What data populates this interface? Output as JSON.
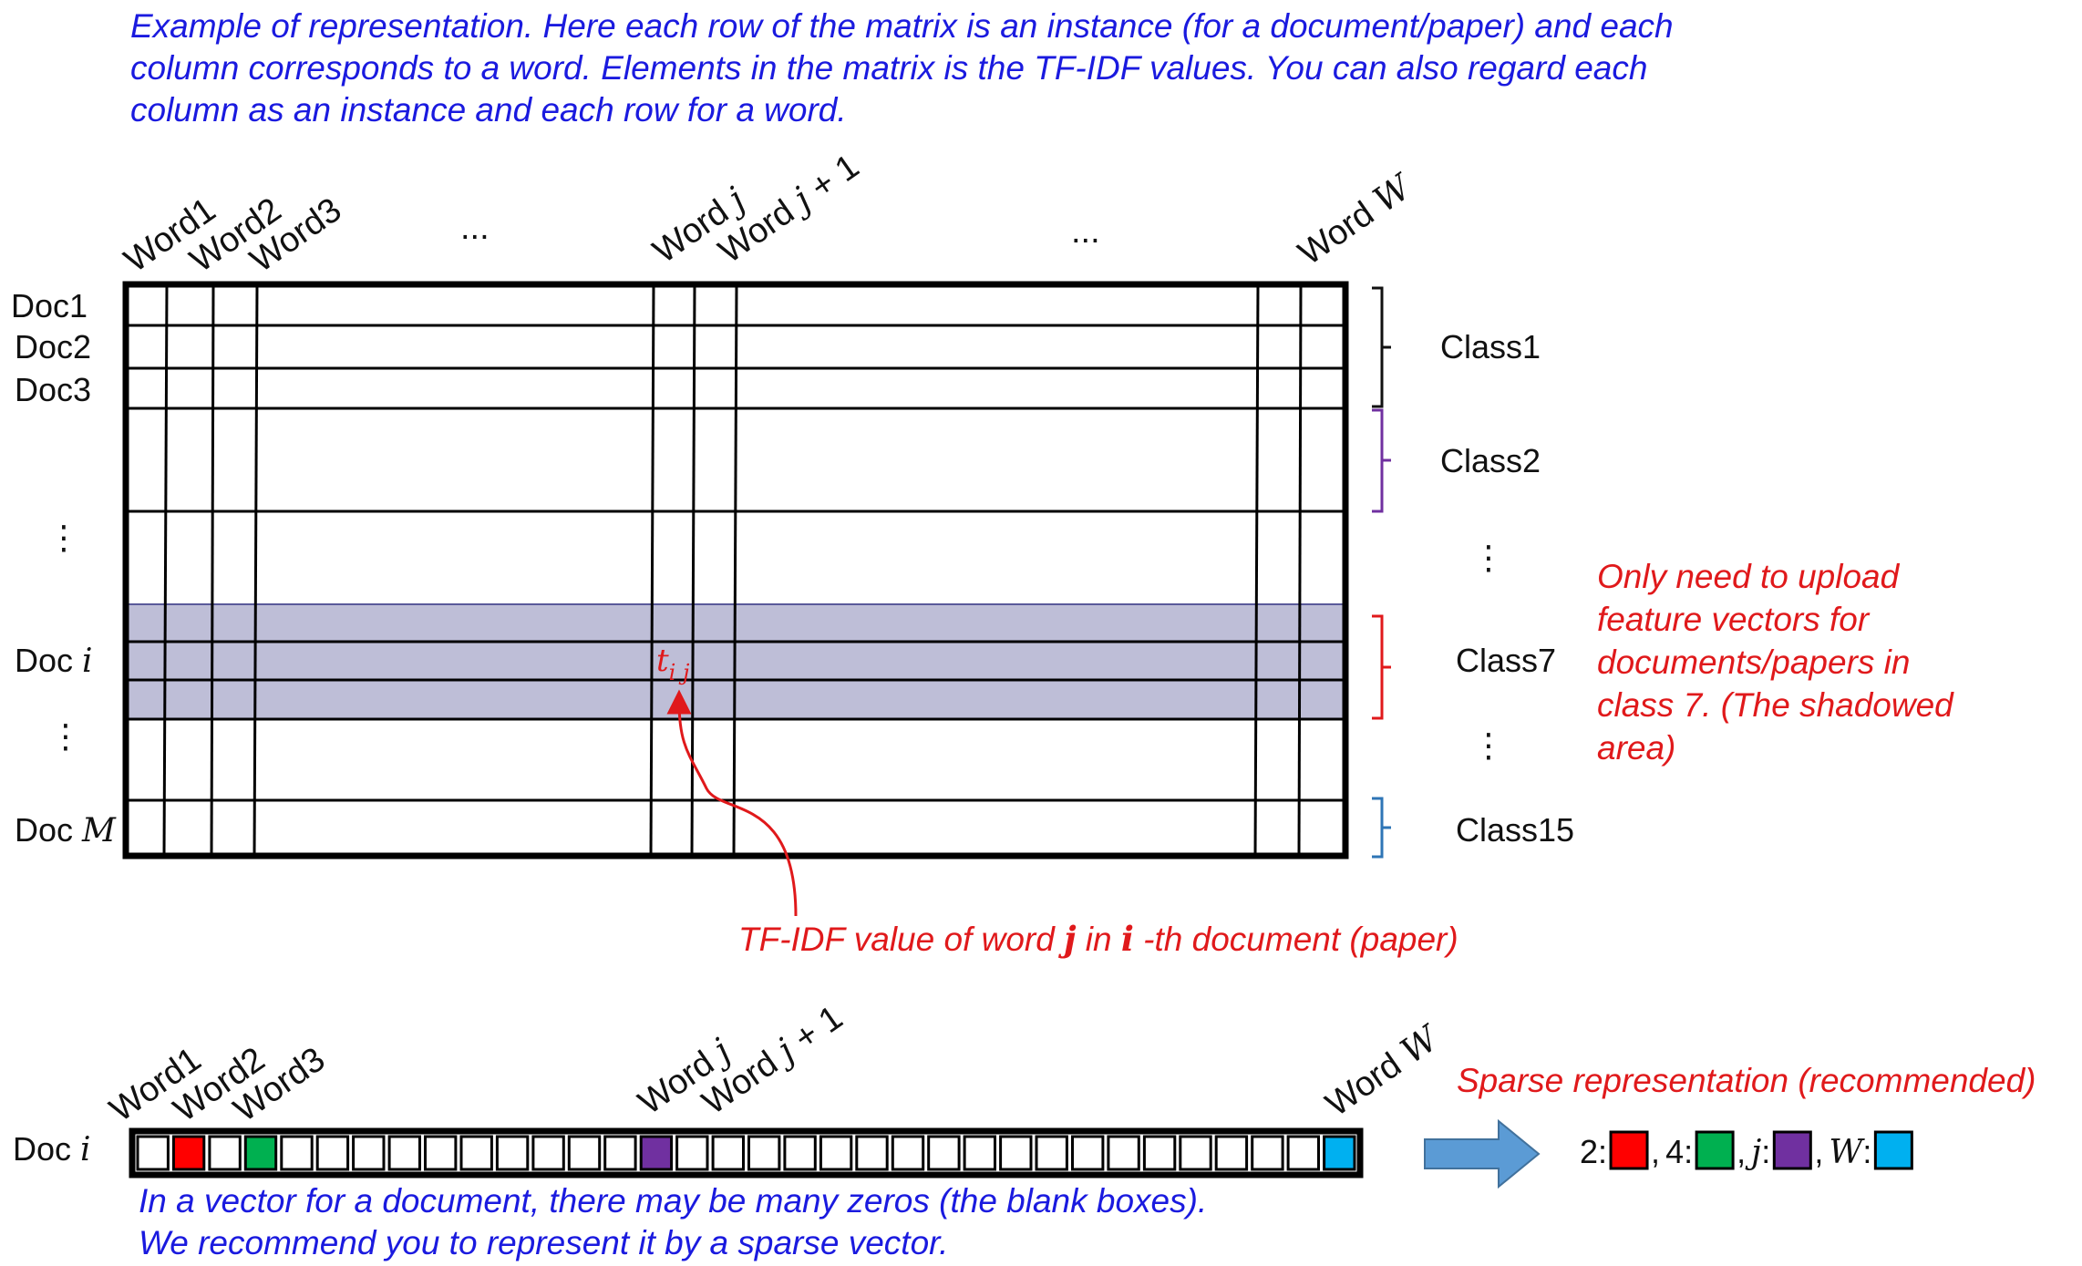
{
  "intro": {
    "lines": [
      "Example of representation. Here each row of the matrix is an instance (for a document/paper) and each",
      "column corresponds to a word. Elements in the matrix is the TF-IDF  values. You can also regard each",
      "column as an instance and each row for a word."
    ]
  },
  "matrix": {
    "column_labels": {
      "word1": "Word1",
      "word2": "Word2",
      "word3": "Word3",
      "dots_left": "...",
      "word_j_prefix": "Word ",
      "word_j_var": "j",
      "word_j1_prefix": "Word ",
      "word_j1_var": "j",
      "word_j1_suffix": " + 1",
      "dots_right": "...",
      "word_w_prefix": "Word ",
      "word_w_var": "W"
    },
    "row_labels": {
      "doc1": "Doc1",
      "doc2": "Doc2",
      "doc3": "Doc3",
      "vdots": "⋮",
      "doc_i_prefix": "Doc ",
      "doc_i_var": "i",
      "doc_m_prefix": "Doc ",
      "doc_m_var": "M"
    },
    "cell_label": {
      "t": "t",
      "sub": "i j"
    },
    "classes": {
      "class1": "Class1",
      "class2": "Class2",
      "vdots": "⋮",
      "class7": "Class7",
      "class15": "Class15"
    },
    "colors": {
      "bracket_class1": "#111111",
      "bracket_class2": "#7030a0",
      "bracket_class7": "#e0191b",
      "bracket_class15": "#2e75b6",
      "shade": "#9b9bc2"
    }
  },
  "annotations": {
    "upload_note": [
      "Only need to upload",
      "feature vectors for",
      "documents/papers in",
      "class 7. (The shadowed",
      "area)"
    ],
    "tfidf_note": {
      "part1": "TF-IDF value of word ",
      "var_j": "j",
      "part2": "  in ",
      "var_i": "i",
      "part3": " -th document (paper)"
    }
  },
  "vector": {
    "column_labels": {
      "word1": "Word1",
      "word2": "Word2",
      "word3": "Word3",
      "word_j_prefix": "Word ",
      "word_j_var": "j",
      "word_j1_prefix": "Word ",
      "word_j1_var": "j",
      "word_j1_suffix": " + 1",
      "word_w_prefix": "Word ",
      "word_w_var": "W"
    },
    "row_label_prefix": "Doc ",
    "row_label_var": "i",
    "cell_count": 34,
    "filled_cells": [
      {
        "index": 2,
        "color": "#ff0000"
      },
      {
        "index": 4,
        "color": "#00b050"
      },
      {
        "index": 15,
        "color": "#7030a0"
      },
      {
        "index": 34,
        "color": "#00b0f0"
      }
    ],
    "notes": [
      "In a vector for a document, there may be many zeros (the blank boxes).",
      "We recommend you to represent it by a sparse vector."
    ]
  },
  "sparse": {
    "title": "Sparse representation (recommended)",
    "items": [
      {
        "key": "2",
        "italic": false,
        "sep": ": ",
        "color": "#ff0000"
      },
      {
        "key": "4",
        "italic": false,
        "sep": ":",
        "color": "#00b050"
      },
      {
        "key": "j",
        "italic": true,
        "sep": ":",
        "color": "#7030a0"
      },
      {
        "key": "W",
        "italic": true,
        "sep": ": ",
        "color": "#00b0f0"
      }
    ],
    "separators": [
      ", ",
      ", ",
      ", "
    ],
    "arrow_color": "#5b9bd5"
  }
}
